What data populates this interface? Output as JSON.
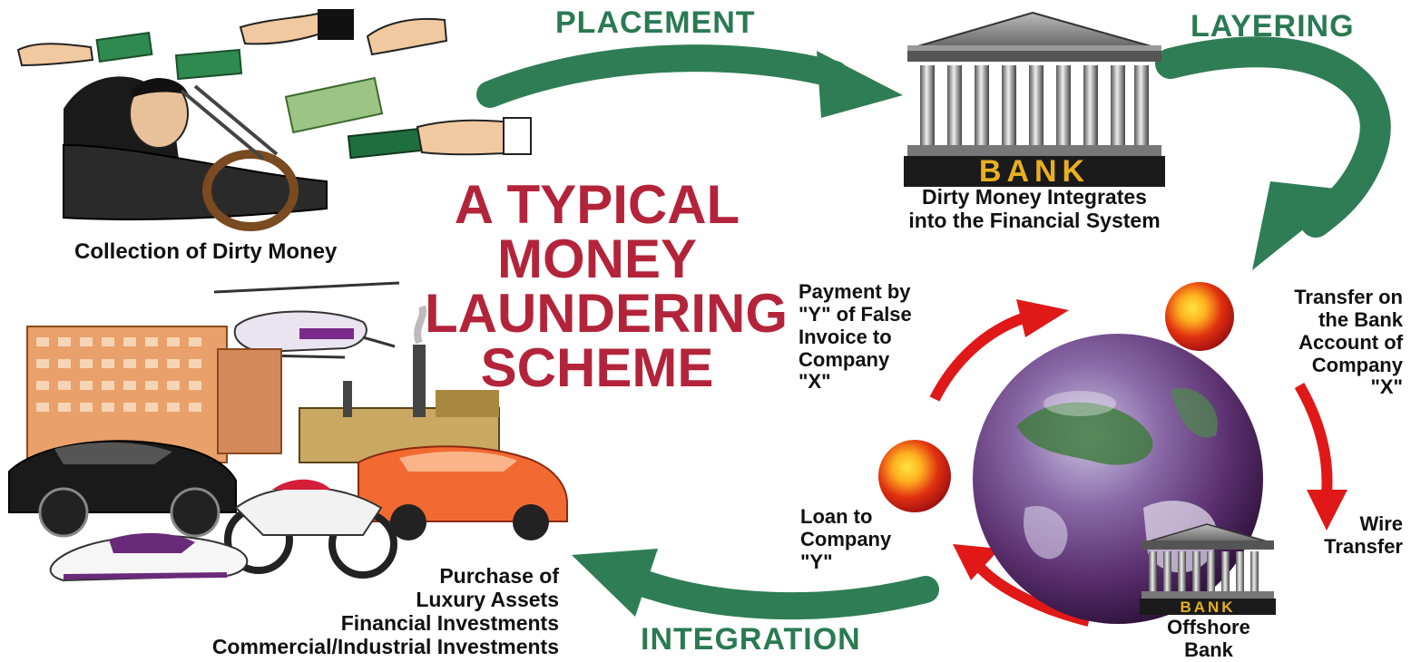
{
  "title": {
    "line1": "A TYPICAL",
    "line2": "MONEY",
    "line3": "LAUNDERING",
    "line4": "SCHEME"
  },
  "stages": {
    "placement": "PLACEMENT",
    "layering": "LAYERING",
    "integration": "INTEGRATION"
  },
  "bank_sign": "BANK",
  "offshore_bank_sign": "BANK",
  "labels": {
    "collection": "Collection of Dirty Money",
    "integrates_1": "Dirty Money Integrates",
    "integrates_2": "into the Financial System",
    "payment_1": "Payment by",
    "payment_2": "\"Y\" of False",
    "payment_3": "Invoice to",
    "payment_4": "Company",
    "payment_5": "\"X\"",
    "transfer_1": "Transfer on",
    "transfer_2": "the Bank",
    "transfer_3": "Account of",
    "transfer_4": "Company",
    "transfer_5": "\"X\"",
    "wire_1": "Wire",
    "wire_2": "Transfer",
    "loan_1": "Loan to",
    "loan_2": "Company",
    "loan_3": "\"Y\"",
    "offshore_1": "Offshore",
    "offshore_2": "Bank",
    "purchase_1": "Purchase of",
    "purchase_2": "Luxury Assets",
    "purchase_3": "Financial Investments",
    "purchase_4": "Commercial/Industrial Investments"
  },
  "colors": {
    "stage_arrow": "#2f7d55",
    "cycle_arrow": "#e01818",
    "title": "#b3243a",
    "bank_sign_bg": "#1a1a1a",
    "bank_sign_text": "#e8b020"
  }
}
